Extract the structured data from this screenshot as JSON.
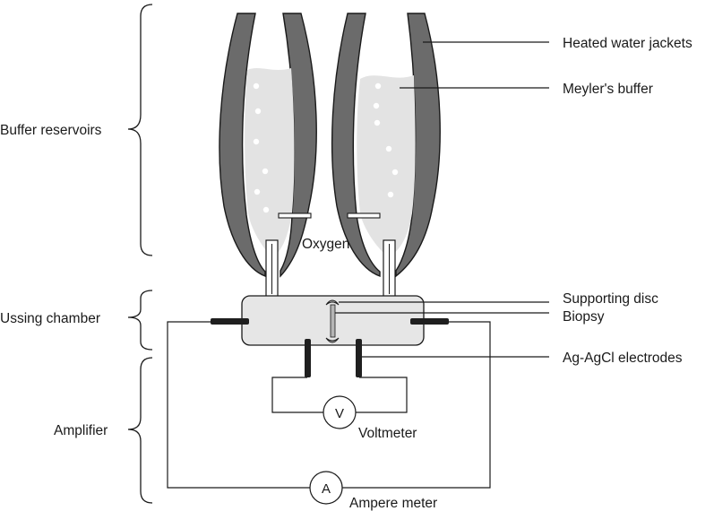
{
  "labels": {
    "heated_water_jackets": "Heated water jackets",
    "meylers_buffer": "Meyler's buffer",
    "buffer_reservoirs": "Buffer reservoirs",
    "oxygen": "Oxygen",
    "supporting_disc": "Supporting disc",
    "biopsy": "Biopsy",
    "using_chamber": "Ussing chamber",
    "ag_agcl_electrodes": "Ag-AgCl electrodes",
    "amplifier": "Amplifier",
    "voltmeter": "Voltmeter",
    "ampere_meter": "Ampere meter"
  },
  "meters": {
    "voltmeter_symbol": "V",
    "ampere_symbol": "A"
  },
  "colors": {
    "jacket": "#6b6b6b",
    "buffer": "#e3e3e3",
    "chamber": "#e6e6e6",
    "electrode": "#1f1f1f",
    "line": "#1a1a1a"
  }
}
